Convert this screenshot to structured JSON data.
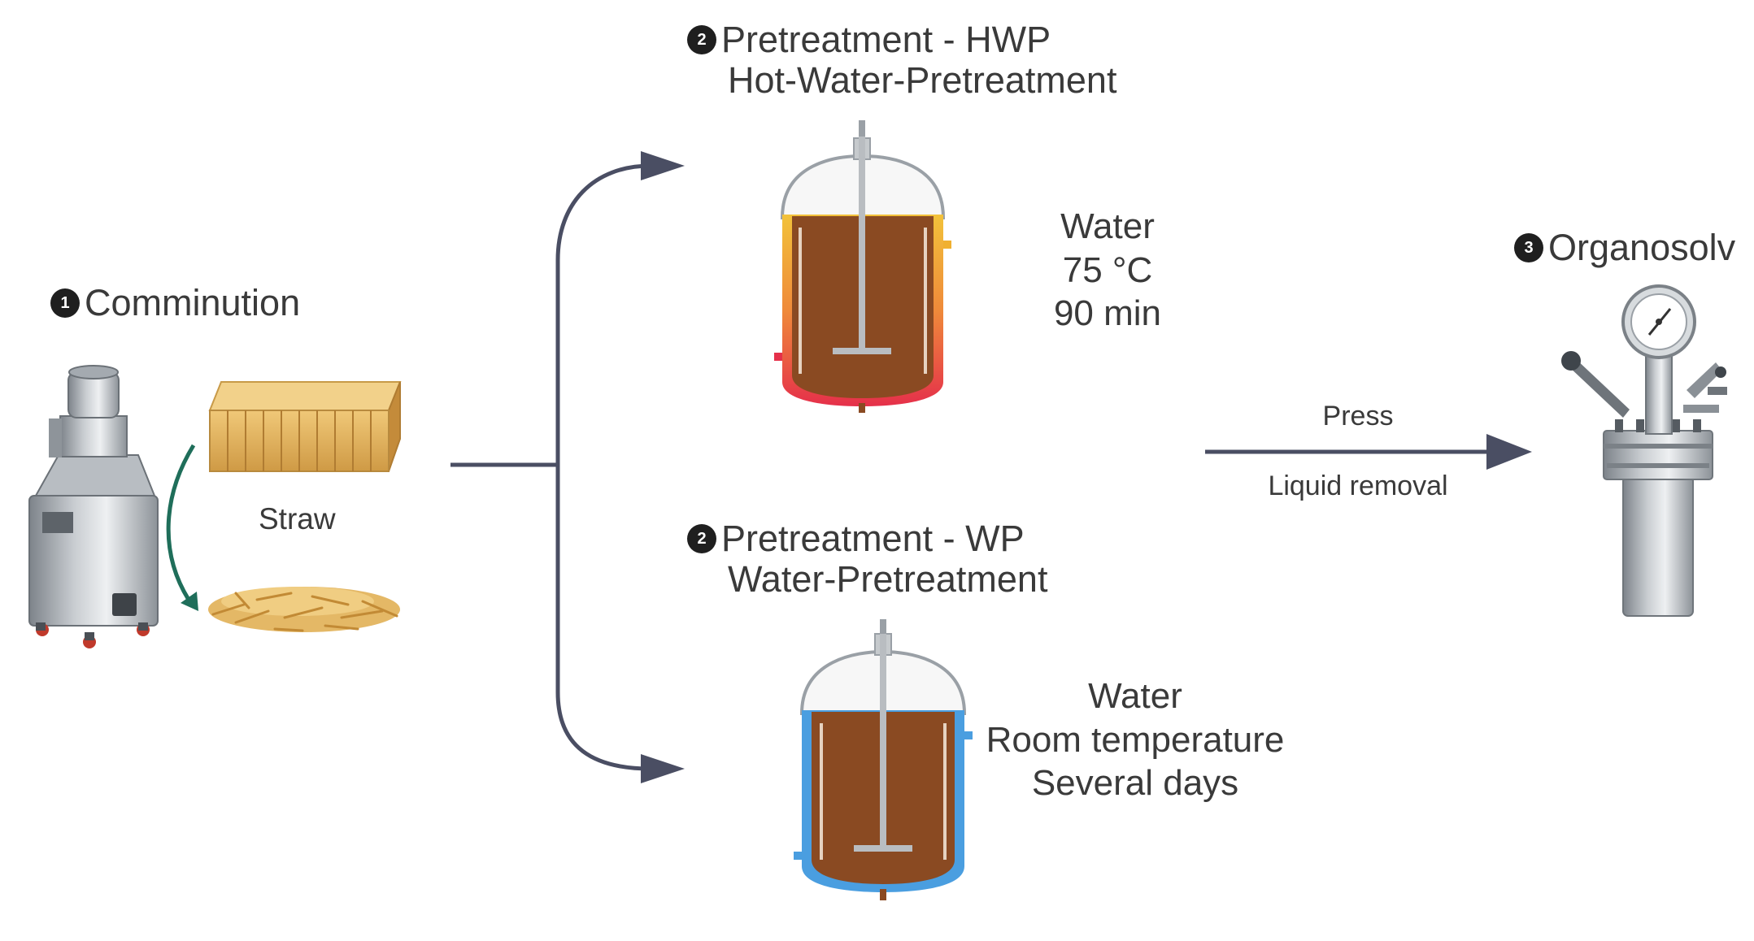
{
  "steps": {
    "comminution": {
      "number": "1",
      "title": "Comminution",
      "material_label": "Straw"
    },
    "hwp": {
      "number": "2",
      "title": "Pretreatment - HWP",
      "subtitle": "Hot-Water-Pretreatment",
      "conditions": [
        "Water",
        "75 °C",
        "90 min"
      ]
    },
    "wp": {
      "number": "2",
      "title": "Pretreatment - WP",
      "subtitle": "Water-Pretreatment",
      "conditions": [
        "Water",
        "Room temperature",
        "Several days"
      ]
    },
    "organosolv": {
      "number": "3",
      "title": "Organosolv"
    }
  },
  "transfer": {
    "above": "Press",
    "below": "Liquid removal"
  },
  "colors": {
    "arrow": "#4a4e63",
    "slurry": "#8a4a22",
    "hot_jacket": "#e5304a",
    "hot_jacket_top": "#f0b030",
    "cold_jacket": "#4a9ee0",
    "straw": "#dcae5a",
    "steel": "#9aa0a6",
    "green_arrow": "#1f6e5a"
  }
}
